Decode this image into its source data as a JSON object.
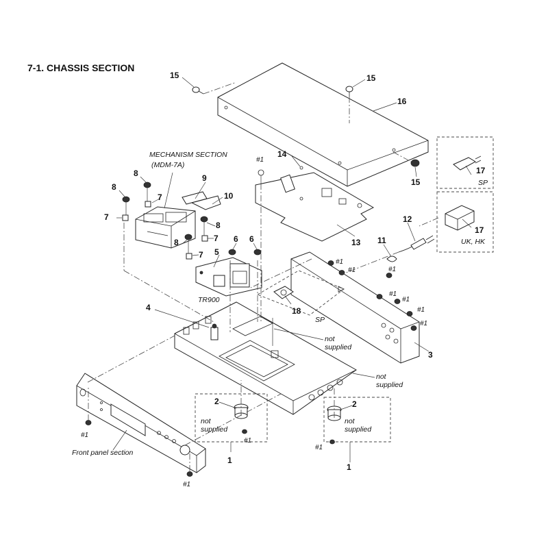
{
  "title": "7-1. CHASSIS SECTION",
  "labels": {
    "mechanism_section": "MECHANISM SECTION",
    "mechanism_model": "(MDM-7A)",
    "tr900": "TR900",
    "front_panel": "Front panel section",
    "not_supplied": "not",
    "supplied": "supplied",
    "sp": "SP",
    "uk_hk": "UK, HK",
    "screw": "#1"
  },
  "callouts": {
    "n1": "1",
    "n2": "2",
    "n3": "3",
    "n4": "4",
    "n5": "5",
    "n6": "6",
    "n7": "7",
    "n8": "8",
    "n9": "9",
    "n10": "10",
    "n11": "11",
    "n12": "12",
    "n13": "13",
    "n14": "14",
    "n15": "15",
    "n16": "16",
    "n17": "17",
    "n18": "18"
  }
}
